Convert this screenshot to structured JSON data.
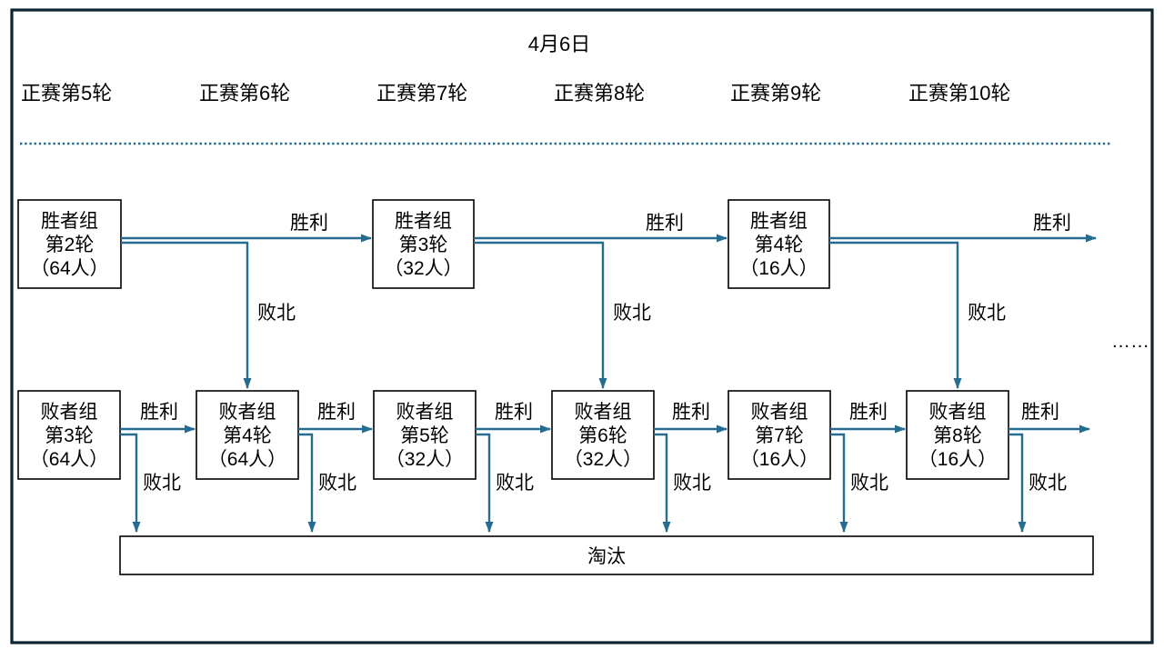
{
  "title": "4月6日",
  "round_headers": [
    "正赛第5轮",
    "正赛第6轮",
    "正赛第7轮",
    "正赛第8轮",
    "正赛第9轮",
    "正赛第10轮"
  ],
  "colors": {
    "line_teal": "#266B90",
    "outer_frame": "#0D2533",
    "box_border": "#000000",
    "background": "#FFFFFF",
    "text": "#000000"
  },
  "winners_bracket": {
    "boxes": [
      {
        "group": "胜者组",
        "round": "第2轮",
        "players": "（64人）"
      },
      {
        "group": "胜者组",
        "round": "第3轮",
        "players": "（32人）"
      },
      {
        "group": "胜者组",
        "round": "第4轮",
        "players": "（16人）"
      }
    ],
    "win_labels": [
      "胜利",
      "胜利",
      "胜利"
    ],
    "lose_labels": [
      "败北",
      "败北",
      "败北"
    ]
  },
  "losers_bracket": {
    "boxes": [
      {
        "group": "败者组",
        "round": "第3轮",
        "players": "（64人）"
      },
      {
        "group": "败者组",
        "round": "第4轮",
        "players": "（64人）"
      },
      {
        "group": "败者组",
        "round": "第5轮",
        "players": "（32人）"
      },
      {
        "group": "败者组",
        "round": "第6轮",
        "players": "（32人）"
      },
      {
        "group": "败者组",
        "round": "第7轮",
        "players": "（16人）"
      },
      {
        "group": "败者组",
        "round": "第8轮",
        "players": "（16人）"
      }
    ],
    "win_labels": [
      "胜利",
      "胜利",
      "胜利",
      "胜利",
      "胜利",
      "胜利"
    ],
    "lose_labels": [
      "败北",
      "败北",
      "败北",
      "败北",
      "败北",
      "败北"
    ]
  },
  "elimination": {
    "label": "淘汰"
  },
  "continuation_ellipsis": "……"
}
